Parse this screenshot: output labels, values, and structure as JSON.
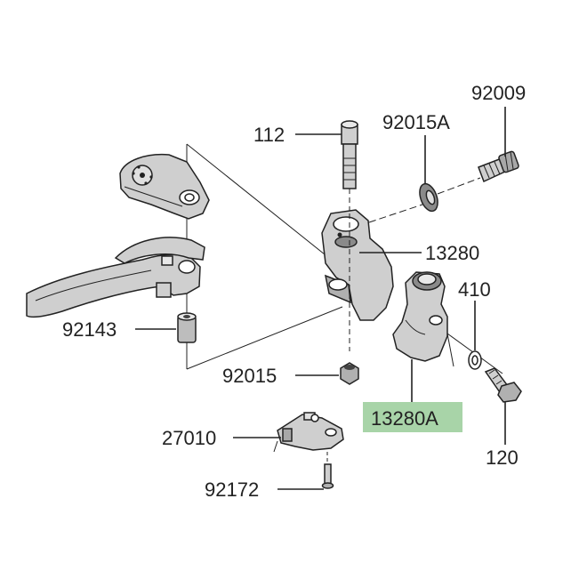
{
  "diagram": {
    "highlight_color": "#a8d4a8",
    "part_fill": "#cfcfcf",
    "part_shade": "#8a8a8a",
    "labels": {
      "p112": "112",
      "p92015A": "92015A",
      "p92009": "92009",
      "p13280": "13280",
      "p410": "410",
      "p92143": "92143",
      "p92015": "92015",
      "p13280A": "13280A",
      "p27010": "27010",
      "p120": "120",
      "p92172": "92172"
    }
  }
}
